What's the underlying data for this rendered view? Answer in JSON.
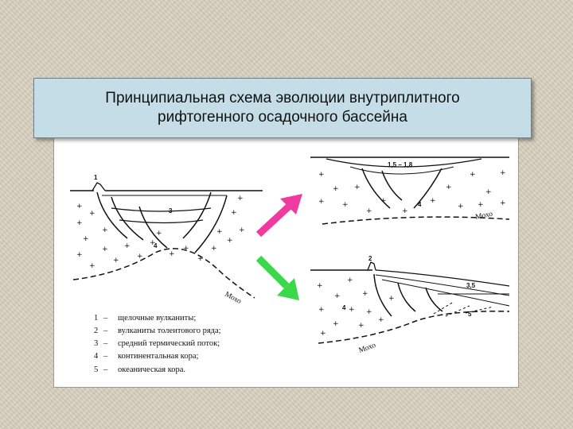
{
  "title": {
    "line1": "Принципиальная схема эволюции внутриплитного",
    "line2": "рифтогенного осадочного бассейна"
  },
  "diagram": {
    "left_labels": {
      "n1": "1",
      "n3": "3",
      "n4": "4",
      "moho": "Мохо"
    },
    "upper_right_labels": {
      "range": "1,5 – 1,8",
      "n4": "4",
      "moho": "Мохо"
    },
    "lower_right_labels": {
      "n2": "2",
      "n3": "3,5",
      "n4": "4",
      "n5": "5",
      "moho": "Мохо"
    },
    "arrow_colors": {
      "upper": "#f03aa0",
      "lower": "#3ad84a"
    }
  },
  "legend": [
    {
      "num": "1",
      "dash": "–",
      "text": "щелочные вулканиты;"
    },
    {
      "num": "2",
      "dash": "–",
      "text": "вулканиты толеитового ряда;"
    },
    {
      "num": "3",
      "dash": "–",
      "text": "средний термический поток;"
    },
    {
      "num": "4",
      "dash": "–",
      "text": "континентальная кора;"
    },
    {
      "num": "5",
      "dash": "–",
      "text": "океаническая кора."
    }
  ]
}
